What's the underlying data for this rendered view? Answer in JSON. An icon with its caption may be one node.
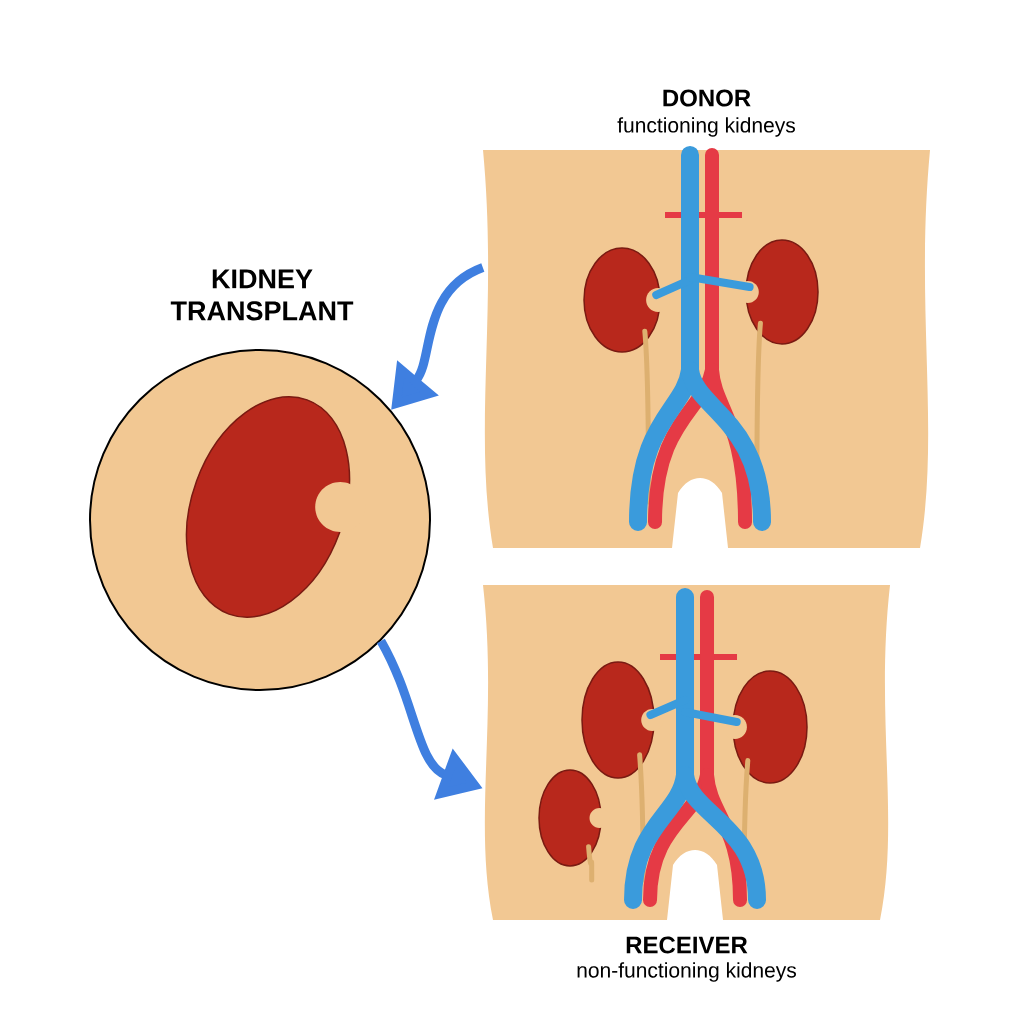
{
  "diagram": {
    "title": "KIDNEY TRANSPLANT",
    "nodes": [
      {
        "text": [
          "DONOR",
          "functioning kidneys"
        ]
      },
      {
        "text": [],
        "shape": "circle"
      },
      {
        "text": [
          "RECEIVER",
          "non-functioning kidneys"
        ]
      }
    ],
    "edges": [
      {
        "from": 0,
        "to": 1,
        "arrow": "to"
      },
      {
        "from": 1,
        "to": 2,
        "arrow": "to"
      }
    ]
  }
}
